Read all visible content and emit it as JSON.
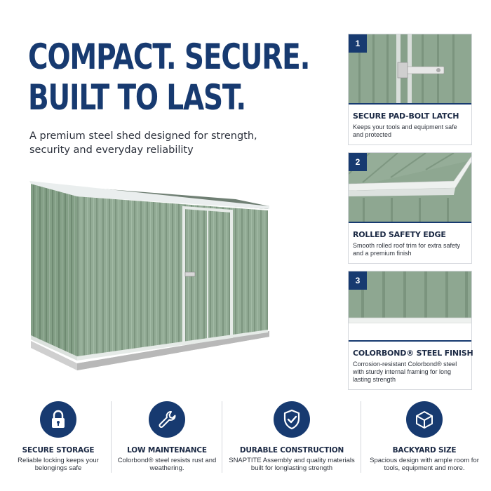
{
  "headline": {
    "line1": "COMPACT. SECURE.",
    "line2": "BUILT TO LAST."
  },
  "subhead": "A premium steel shed designed for strength, security and everyday reliability",
  "colors": {
    "navy": "#173a70",
    "shed_green": "#8ea791",
    "border": "#d4d7dc"
  },
  "cards": [
    {
      "number": "1",
      "title": "SECURE PAD-BOLT LATCH",
      "description": "Keeps your tools and equipment safe and protected",
      "icon": "latch-photo"
    },
    {
      "number": "2",
      "title": "ROLLED SAFETY EDGE",
      "description": "Smooth rolled roof trim for extra safety and a premium finish",
      "icon": "roof-edge-photo"
    },
    {
      "number": "3",
      "title": "COLORBOND® STEEL FINISH",
      "description": "Corrosion-resistant Colorbond® steel with sturdy internal framing for long lasting strength",
      "icon": "steel-wall-photo"
    }
  ],
  "features": [
    {
      "title": "SECURE STORAGE",
      "description": "Reliable locking keeps your belongings safe",
      "icon": "padlock-icon"
    },
    {
      "title": "LOW MAINTENANCE",
      "description": "Colorbond® steel resists rust and weathering.",
      "icon": "wrench-icon"
    },
    {
      "title": "DURABLE CONSTRUCTION",
      "description": "SNAPTITE Assembly and quality materials built for longlasting strength",
      "icon": "shield-check-icon"
    },
    {
      "title": "BACKYARD SIZE",
      "description": "Spacious design with ample room for tools, equipment and more.",
      "icon": "cube-icon"
    }
  ]
}
